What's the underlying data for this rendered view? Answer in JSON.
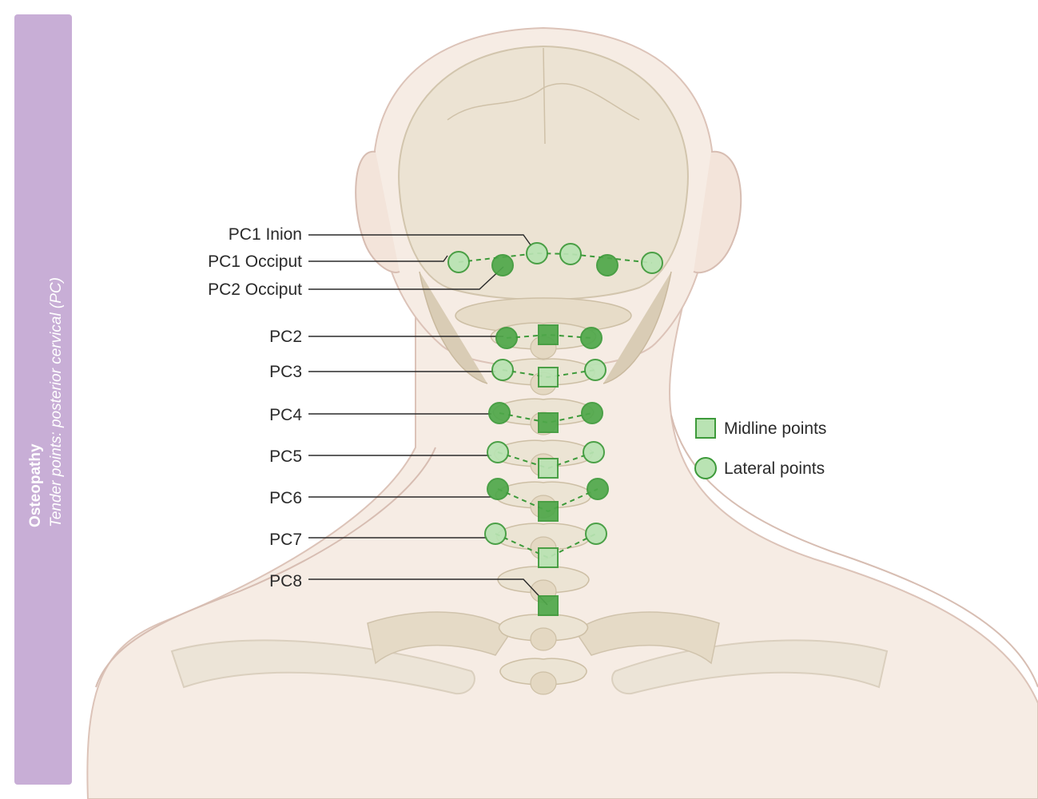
{
  "sidebar": {
    "title": "Osteopathy",
    "subtitle": "Tender points: posterior cervical (PC)"
  },
  "labels": [
    {
      "id": "pc1-inion",
      "text": "PC1 Inion"
    },
    {
      "id": "pc1-occiput",
      "text": "PC1 Occiput"
    },
    {
      "id": "pc2-occiput",
      "text": "PC2 Occiput"
    },
    {
      "id": "pc2",
      "text": "PC2"
    },
    {
      "id": "pc3",
      "text": "PC3"
    },
    {
      "id": "pc4",
      "text": "PC4"
    },
    {
      "id": "pc5",
      "text": "PC5"
    },
    {
      "id": "pc6",
      "text": "PC6"
    },
    {
      "id": "pc7",
      "text": "PC7"
    },
    {
      "id": "pc8",
      "text": "PC8"
    }
  ],
  "legend": {
    "midline": "Midline points",
    "lateral": "Lateral points"
  },
  "colors": {
    "sidebar": "#c8aed6",
    "point_light_fill": "#b9e3b3",
    "point_dark_fill": "#4fa84a",
    "point_stroke": "#3d9a3a",
    "bone": "#eee6d8",
    "skin": "#f6ece4"
  }
}
